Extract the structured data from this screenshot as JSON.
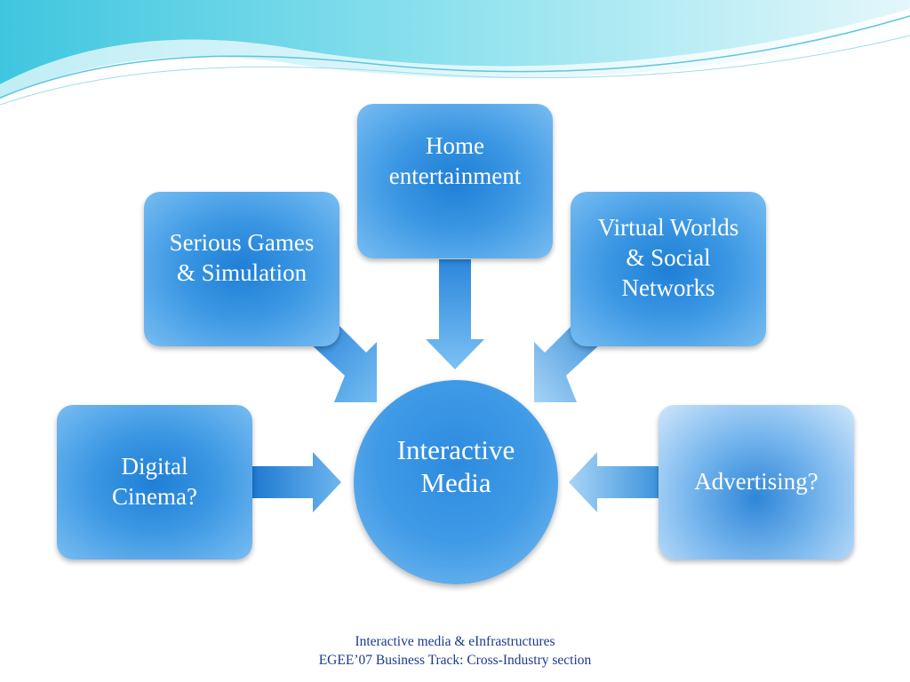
{
  "diagram": {
    "center": {
      "line1": "Interactive",
      "line2": "Media"
    },
    "home": {
      "line1": "Home",
      "line2": "entertainment"
    },
    "serious": {
      "line1": "Serious Games",
      "line2": "& Simulation"
    },
    "virtual": {
      "line1": "Virtual Worlds",
      "line2": "& Social",
      "line3": "Networks"
    },
    "cinema": {
      "line1": "Digital",
      "line2": "Cinema?"
    },
    "ads": {
      "line1": "Advertising?"
    }
  },
  "footer": {
    "line1": "Interactive media & eInfrastructures",
    "line2": "EGEE’07 Business Track: Cross-Industry section"
  },
  "colors": {
    "box_dark": "#1f7fd6",
    "box_light": "#78bdf2",
    "footer_text": "#1c3a8a",
    "wave_accent": "#5fd0e6"
  }
}
